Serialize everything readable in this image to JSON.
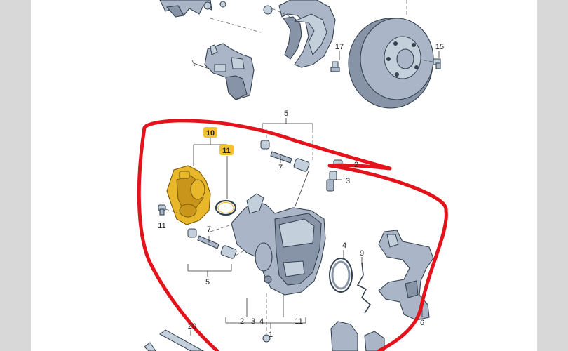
{
  "diagram": {
    "callouts": {
      "c1": "1",
      "c2a": "2",
      "c2b": "2",
      "c3a": "3",
      "c3b": "3",
      "c4a": "4",
      "c4b": "4",
      "c5a": "5",
      "c5b": "5",
      "c6": "6",
      "c7a": "7",
      "c7b": "7",
      "c9": "9",
      "c10": "10",
      "c11a": "11",
      "c11b": "11",
      "c11c": "11",
      "c15": "15",
      "c17": "17",
      "c20": "20"
    },
    "colors": {
      "highlight_badge": "#f2c230",
      "annotation_loop": "#e3121b",
      "part_blue": "#aab6c7",
      "part_yellow": "#e8b82a"
    }
  }
}
